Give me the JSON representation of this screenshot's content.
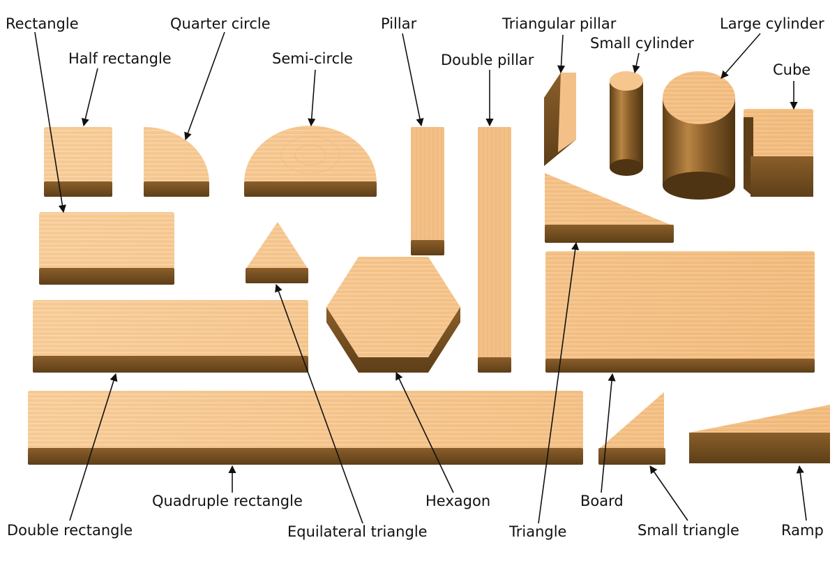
{
  "labels": {
    "rectangle": "Rectangle",
    "half_rectangle": "Half rectangle",
    "quarter_circle": "Quarter circle",
    "semi_circle": "Semi-circle",
    "pillar": "Pillar",
    "double_pillar": "Double pillar",
    "triangular_pillar": "Triangular pillar",
    "small_cylinder": "Small cylinder",
    "large_cylinder": "Large cylinder",
    "cube": "Cube",
    "quadruple_rectangle": "Quadruple rectangle",
    "double_rectangle": "Double rectangle",
    "equilateral_triangle": "Equilateral triangle",
    "hexagon": "Hexagon",
    "triangle": "Triangle",
    "board": "Board",
    "small_triangle": "Small triangle",
    "ramp": "Ramp"
  },
  "colors": {
    "wood_top": "#f6c68f",
    "wood_top_light": "#fbd9ad",
    "wood_side": "#6e4a1f",
    "wood_edge": "#e0a662",
    "grain": "#e9b57c",
    "arrow": "#111111"
  }
}
